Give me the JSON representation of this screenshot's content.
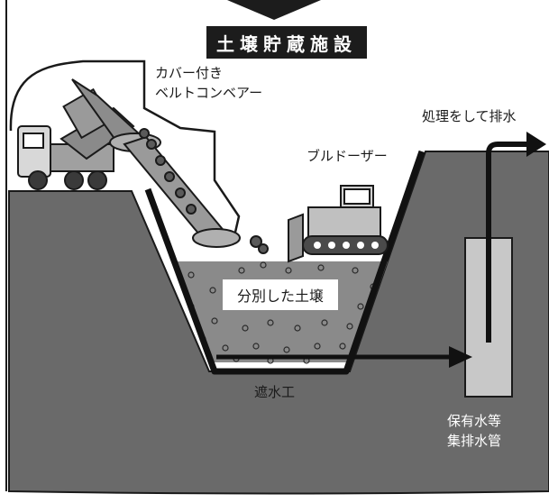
{
  "title": "土壌貯蔵施設",
  "labels": {
    "cover_conveyor_line1": "カバー付き",
    "cover_conveyor_line2": "ベルトコンベアー",
    "treat_drain": "処理をして排水",
    "bulldozer": "ブルドーザー",
    "sorted_soil": "分別した土壌",
    "impermeable": "遮水工",
    "pipe_line1": "保有水等",
    "pipe_line2": "集排水管"
  },
  "colors": {
    "ground": "#6a6a6a",
    "pit_soil": "#8a8a8a",
    "pipe": "#c8c8c8",
    "outline": "#1a1a1a",
    "title_bg": "#1c1c1c",
    "title_text": "#ffffff"
  }
}
